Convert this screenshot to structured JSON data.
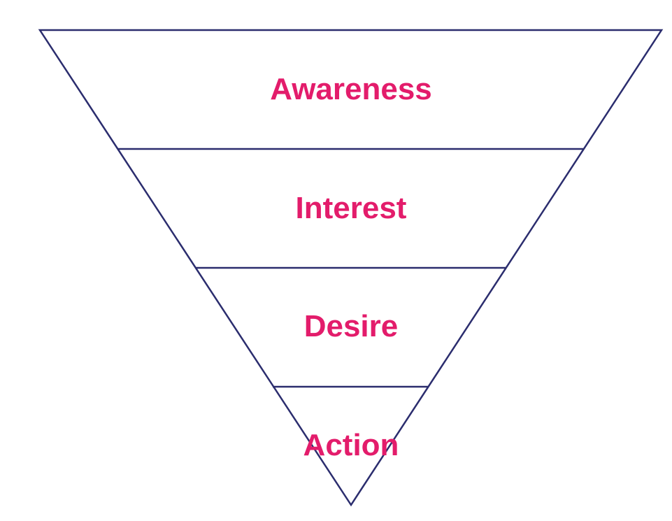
{
  "colors": {
    "outline": "#2b2d6e",
    "label": "#e31c6b",
    "background": "#ffffff"
  },
  "funnel": {
    "stages": [
      {
        "label": "Awareness"
      },
      {
        "label": "Interest"
      },
      {
        "label": "Desire"
      },
      {
        "label": "Action"
      }
    ]
  }
}
